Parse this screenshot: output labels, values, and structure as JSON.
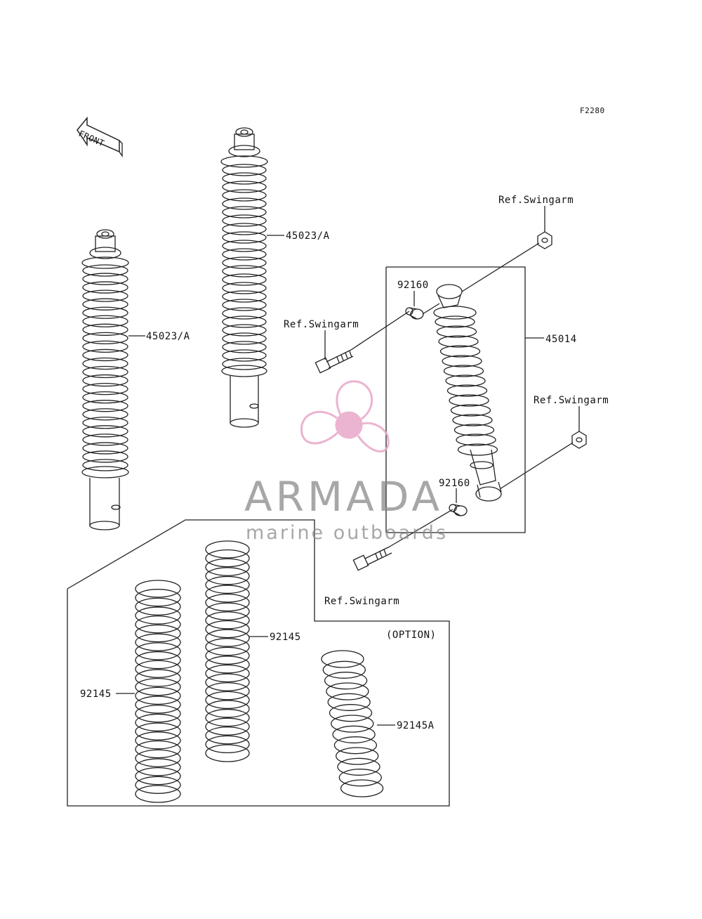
{
  "diagram": {
    "code": "F2280",
    "front_label": "FRONT",
    "labels": {
      "shock_upper": "45023/A",
      "shock_left": "45023/A",
      "shock_assembly": "45014",
      "bushing_top": "92160",
      "bushing_bottom": "92160",
      "ref_swingarm_top": "Ref.Swingarm",
      "ref_swingarm_mid": "Ref.Swingarm",
      "ref_swingarm_right": "Ref.Swingarm",
      "ref_swingarm_bottom": "Ref.Swingarm",
      "option": "(OPTION)",
      "spring_mid": "92145",
      "spring_left": "92145",
      "spring_option": "92145A"
    }
  },
  "watermark": {
    "title": "ARMADA",
    "subtitle": "marine outboards",
    "color": "#e8a8c8"
  }
}
